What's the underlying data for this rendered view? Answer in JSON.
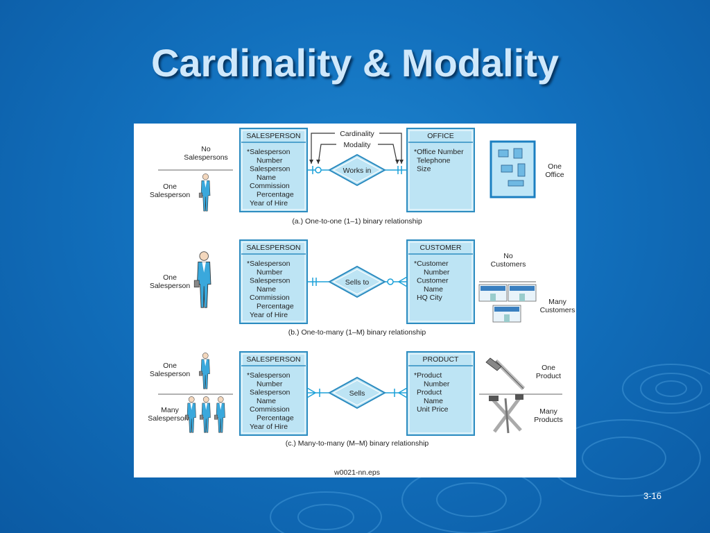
{
  "slide": {
    "title": "Cardinality & Modality",
    "number": "3-16"
  },
  "colors": {
    "entity_fill": "#bde4f4",
    "entity_stroke": "#2d8cc0",
    "connector": "#1aa0d8",
    "background": "#1270bd",
    "title_text": "#cfe8fb"
  },
  "panels": [
    {
      "entity_left": {
        "title": "SALESPERSON",
        "attributes": [
          "*Salesperson",
          "Number",
          "Salesperson",
          "Name",
          "Commission",
          "Percentage",
          "Year of Hire"
        ]
      },
      "entity_right": {
        "title": "OFFICE",
        "attributes": [
          "*Office Number",
          "Telephone",
          "Size"
        ]
      },
      "relationship": "Works in",
      "caption": "(a.) One-to-one (1–1) binary relationship",
      "left_labels": [
        "No\nSalespersons",
        "One\nSalesperson"
      ],
      "right_labels": [
        "One\nOffice"
      ],
      "annotations": [
        "Cardinality",
        "Modality"
      ],
      "icons": [
        "salesperson-figure-icon",
        "office-floorplan-icon"
      ]
    },
    {
      "entity_left": {
        "title": "SALESPERSON",
        "attributes": [
          "*Salesperson",
          "Number",
          "Salesperson",
          "Name",
          "Commission",
          "Percentage",
          "Year of Hire"
        ]
      },
      "entity_right": {
        "title": "CUSTOMER",
        "attributes": [
          "*Customer",
          "Number",
          "Customer",
          "Name",
          "HQ City"
        ]
      },
      "relationship": "Sells to",
      "caption": "(b.) One-to-many (1–M) binary relationship",
      "left_labels": [
        "One\nSalesperson"
      ],
      "right_labels": [
        "No\nCustomers",
        "Many\nCustomers"
      ],
      "icons": [
        "salesperson-figure-icon",
        "storefront-icon"
      ]
    },
    {
      "entity_left": {
        "title": "SALESPERSON",
        "attributes": [
          "*Salesperson",
          "Number",
          "Salesperson",
          "Name",
          "Commission",
          "Percentage",
          "Year of Hire"
        ]
      },
      "entity_right": {
        "title": "PRODUCT",
        "attributes": [
          "*Product",
          "Number",
          "Product",
          "Name",
          "Unit Price"
        ]
      },
      "relationship": "Sells",
      "caption": "(c.) Many-to-many (M–M) binary relationship",
      "left_labels": [
        "One\nSalesperson",
        "Many\nSalespersons"
      ],
      "right_labels": [
        "One\nProduct",
        "Many\nProducts"
      ],
      "icons": [
        "salesperson-figure-icon",
        "hammer-icon",
        "tools-icon"
      ]
    }
  ],
  "figure_id": "w0021-nn.eps"
}
